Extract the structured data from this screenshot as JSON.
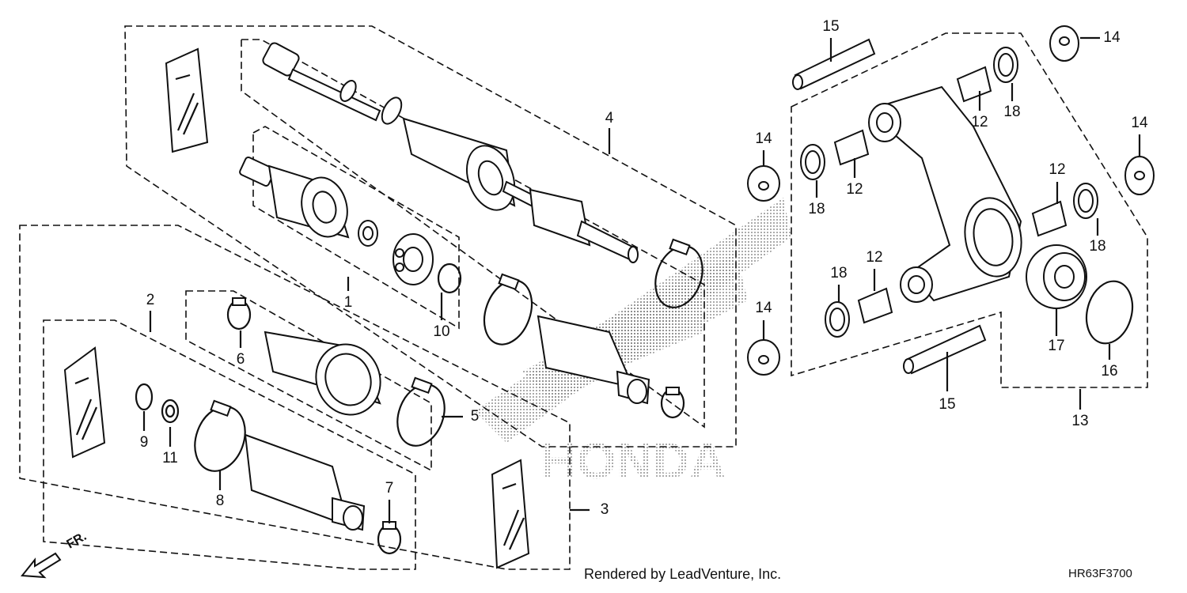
{
  "callouts": {
    "c1": "1",
    "c2": "2",
    "c3": "3",
    "c4": "4",
    "c5": "5",
    "c6": "6",
    "c7": "7",
    "c8": "8",
    "c9": "9",
    "c10": "10",
    "c11": "11",
    "c12a": "12",
    "c12b": "12",
    "c12c": "12",
    "c12d": "12",
    "c13": "13",
    "c14a": "14",
    "c14b": "14",
    "c14c": "14",
    "c14d": "14",
    "c15a": "15",
    "c15b": "15",
    "c16": "16",
    "c17": "17",
    "c18a": "18",
    "c18b": "18",
    "c18c": "18",
    "c18d": "18"
  },
  "footer": {
    "credit": "Rendered by LeadVenture, Inc.",
    "diagram_code": "HR63F3700",
    "front_marker": "FR."
  },
  "watermark": "HONDA"
}
